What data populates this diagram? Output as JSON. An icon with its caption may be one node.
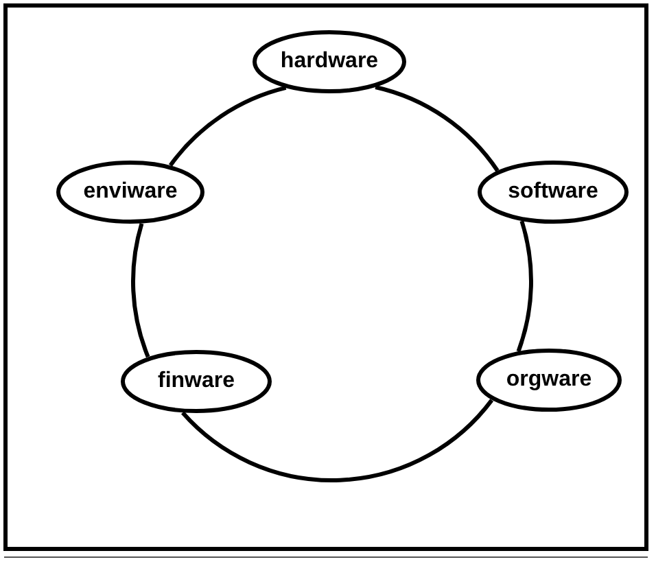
{
  "diagram": {
    "nodes": [
      {
        "text": [
          "hardware"
        ]
      },
      {
        "text": [
          "software"
        ]
      },
      {
        "text": [
          "orgware"
        ]
      },
      {
        "text": [
          "finware"
        ]
      },
      {
        "text": [
          "enviware"
        ]
      }
    ],
    "edges": [
      {
        "from": 0,
        "to": 1,
        "arrow": "none"
      },
      {
        "from": 1,
        "to": 2,
        "arrow": "none"
      },
      {
        "from": 2,
        "to": 3,
        "arrow": "none"
      },
      {
        "from": 3,
        "to": 4,
        "arrow": "none"
      },
      {
        "from": 4,
        "to": 0,
        "arrow": "none"
      }
    ]
  }
}
